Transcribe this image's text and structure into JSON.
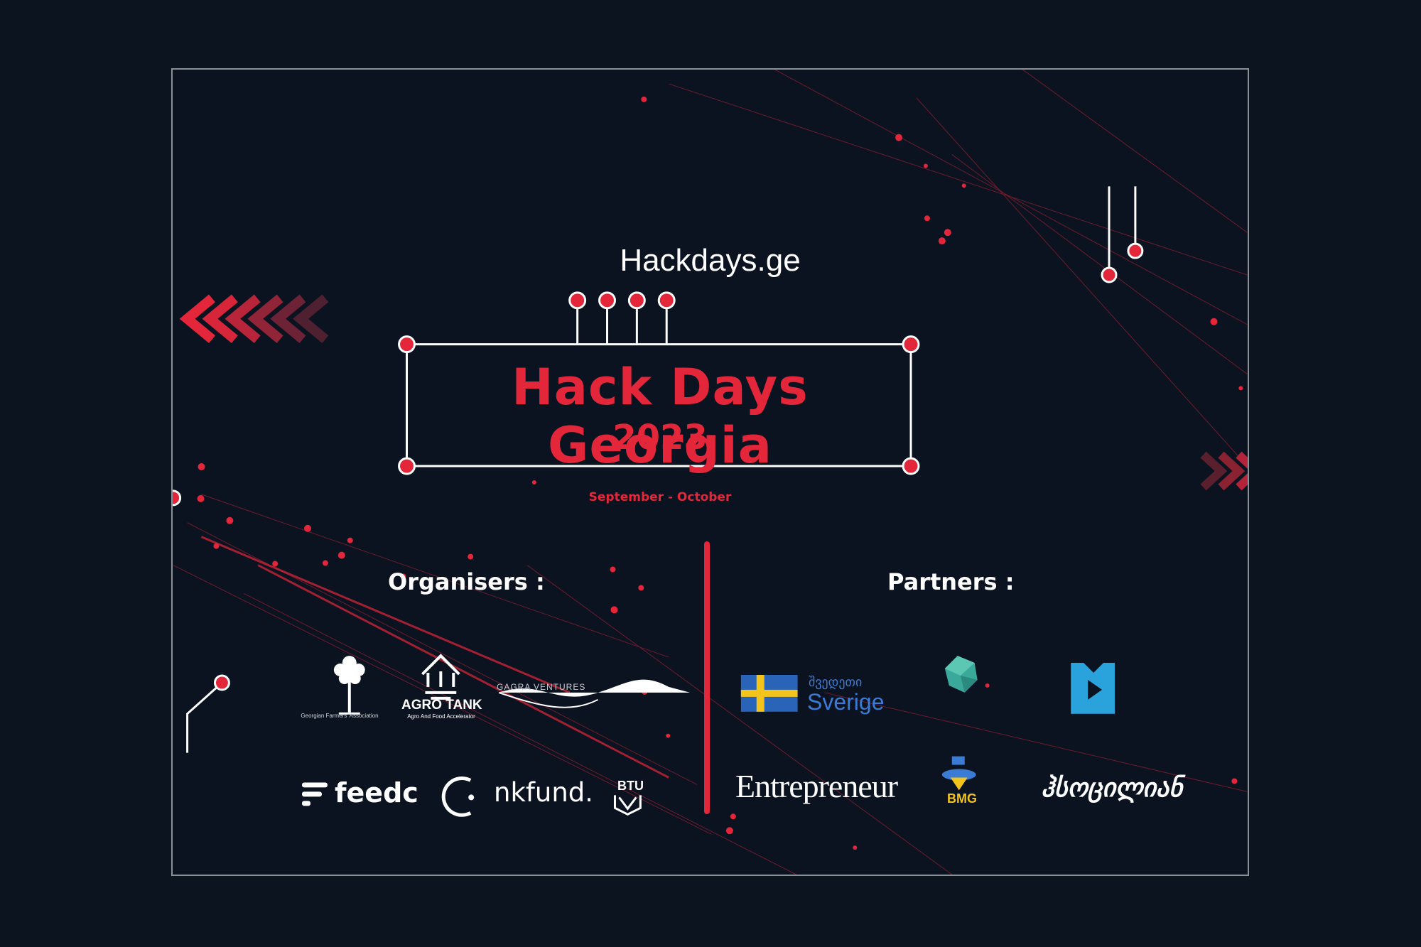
{
  "poster": {
    "site": "Hackdays.ge",
    "title": "Hack Days Georgia",
    "year": "2023",
    "dates": "September - October",
    "organisers_heading": "Organisers :",
    "partners_heading": "Partners :"
  },
  "organisers": [
    {
      "icon": "tree-icon",
      "caption_1": "Georgian Farmers' Association"
    },
    {
      "icon": "agro-tank-logo",
      "name": "AGRO TANK",
      "tagline": "Agro And Food Accelerator"
    },
    {
      "icon": "wave-logo",
      "name": "GAGRA VENTURES"
    },
    {
      "icon": "feedc-logo",
      "name": "feedc"
    },
    {
      "icon": "nkfund-logo",
      "name": "nkfund."
    },
    {
      "icon": "btu-logo",
      "name": "BTU"
    }
  ],
  "partners": [
    {
      "icon": "swedish-flag-icon",
      "name_ka": "შვედეთი",
      "name": "Sverige"
    },
    {
      "icon": "polyhedron-logo"
    },
    {
      "icon": "play-badge-logo"
    },
    {
      "icon": "entrepreneur-logo",
      "name": "Entrepreneur"
    },
    {
      "icon": "bmg-logo",
      "name": "BMG"
    },
    {
      "icon": "script-logo",
      "name": "ჰსოცილიან"
    }
  ],
  "colors": {
    "background": "#0b1320",
    "accent": "#e3263a",
    "text": "#ffffff",
    "frame": "#8b8f96"
  }
}
